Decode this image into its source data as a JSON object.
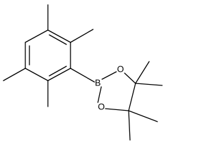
{
  "molecule": {
    "atoms": {
      "boron": "B",
      "oxygen_upper": "O",
      "oxygen_lower": "O"
    },
    "colors": {
      "bond": "#000000",
      "label": "#000000",
      "background": "#ffffff"
    }
  }
}
